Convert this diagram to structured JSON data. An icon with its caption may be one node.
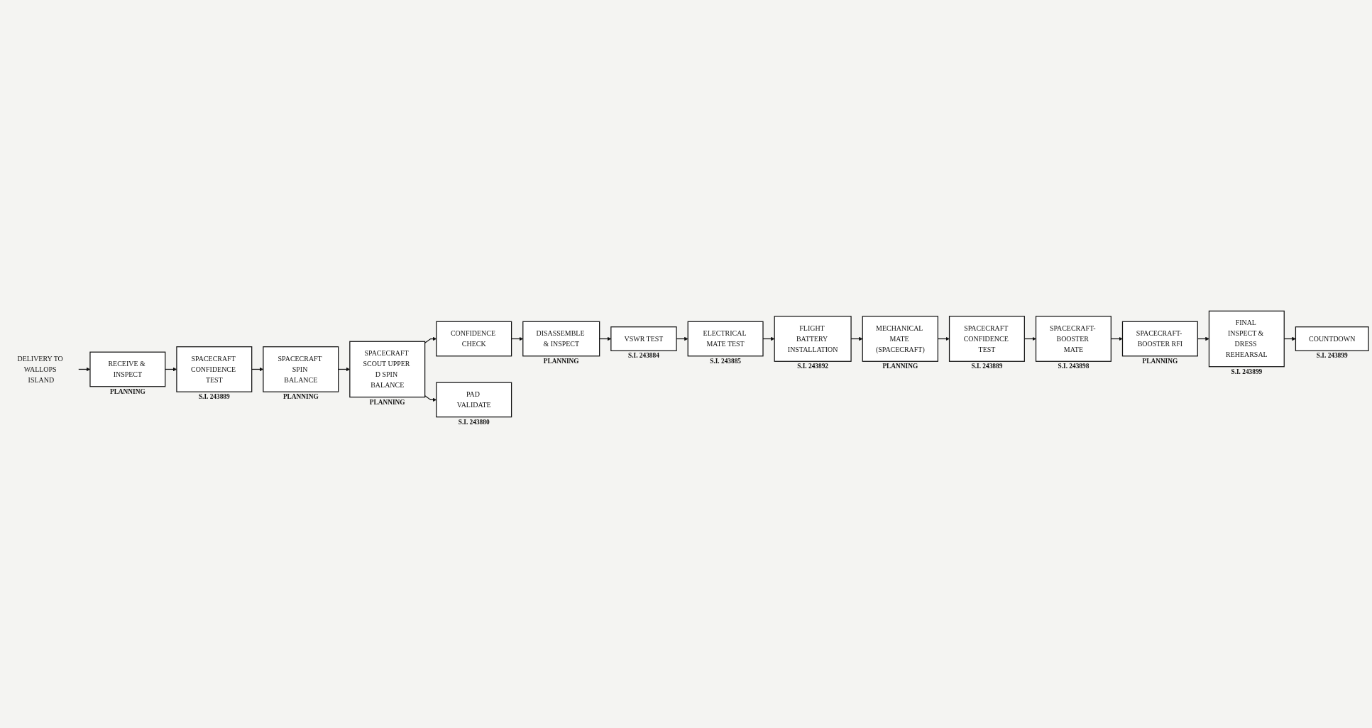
{
  "diagram": {
    "nodes": [
      {
        "text": [
          "RECEIVE & INSPECT"
        ],
        "beside": [
          "PLANNING"
        ]
      },
      {
        "text": [
          "SPACECRAFT CONFIDENCE TEST"
        ],
        "beside": [
          "S.I. 243889"
        ]
      },
      {
        "text": [
          "SPACECRAFT SPIN BALANCE"
        ],
        "beside": [
          "PLANNING"
        ]
      },
      {
        "text": [
          "SPACECRAFT SCOUT UPPER D SPIN BALANCE"
        ],
        "beside": [
          "PLANNING"
        ]
      },
      {
        "text": [
          "CONFIDENCE CHECK"
        ]
      },
      {
        "text": [
          "PAD VALIDATE"
        ],
        "beside": [
          "S.I. 243880"
        ]
      },
      {
        "text": [
          "DISASSEMBLE & INSPECT"
        ],
        "beside": [
          "PLANNING"
        ]
      },
      {
        "text": [
          "VSWR TEST"
        ],
        "beside": [
          "S.I. 243884"
        ]
      },
      {
        "text": [
          "ELECTRICAL MATE TEST"
        ],
        "beside": [
          "S.I. 243885"
        ]
      },
      {
        "text": [
          "FLIGHT BATTERY INSTALLATION"
        ],
        "beside": [
          "S.I. 243892"
        ]
      },
      {
        "text": [
          "MECHANICAL MATE (SPACECRAFT)"
        ],
        "beside": [
          "PLANNING"
        ]
      },
      {
        "text": [
          "SPACECRAFT CONFIDENCE TEST"
        ],
        "beside": [
          "S.I. 243889"
        ]
      },
      {
        "text": [
          "SPACECRAFT- BOOSTER MATE"
        ],
        "beside": [
          "S.I. 243898"
        ]
      },
      {
        "text": [
          "SPACECRAFT- BOOSTER RFI"
        ],
        "beside": [
          "PLANNING"
        ]
      },
      {
        "text": [
          "FINAL INSPECT & DRESS REHEARSAL"
        ],
        "beside": [
          "S.I. 243899"
        ]
      },
      {
        "text": [
          "COUNTDOWN"
        ],
        "beside": [
          "S.I. 243899"
        ]
      },
      {
        "text": [
          "DELIVERY TO WALLOPS ISLAND"
        ]
      }
    ],
    "edges": [
      {
        "from": 16,
        "to": 0,
        "arrow": "to"
      },
      {
        "from": 0,
        "to": 1,
        "arrow": "to"
      },
      {
        "from": 1,
        "to": 2,
        "arrow": "to"
      },
      {
        "from": 2,
        "to": 3,
        "arrow": "to"
      },
      {
        "from": 3,
        "to": 4,
        "arrow": "to"
      },
      {
        "from": 3,
        "to": 5,
        "arrow": "to"
      },
      {
        "from": 4,
        "to": 6,
        "arrow": "to"
      },
      {
        "from": 6,
        "to": 7,
        "arrow": "to"
      },
      {
        "from": 7,
        "to": 8,
        "arrow": "to"
      },
      {
        "from": 8,
        "to": 9,
        "arrow": "to"
      },
      {
        "from": 9,
        "to": 10,
        "arrow": "to"
      },
      {
        "from": 10,
        "to": 11,
        "arrow": "to"
      },
      {
        "from": 11,
        "to": 12,
        "arrow": "to"
      },
      {
        "from": 12,
        "to": 13,
        "arrow": "to"
      },
      {
        "from": 13,
        "to": 14,
        "arrow": "to"
      },
      {
        "from": 14,
        "to": 15,
        "arrow": "to"
      }
    ]
  }
}
